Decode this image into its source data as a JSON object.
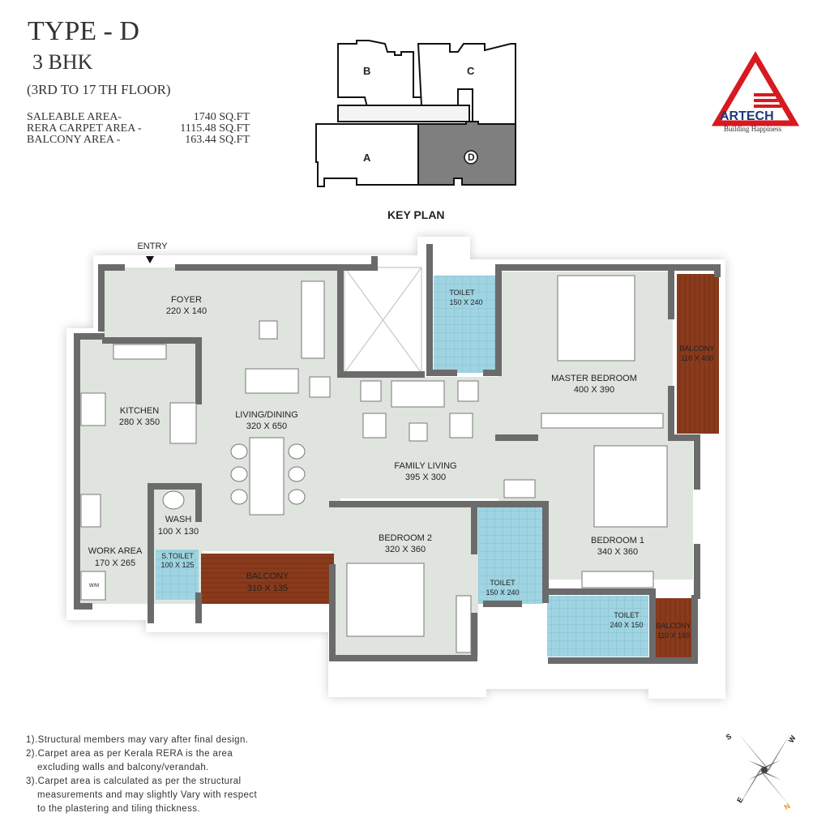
{
  "header": {
    "type_title": "TYPE - D",
    "bhk": "3 BHK",
    "floors": "(3RD TO 17 TH FLOOR)",
    "areas": [
      {
        "label": "SALEABLE AREA-",
        "value": "1740 SQ.FT"
      },
      {
        "label": "RERA CARPET AREA -",
        "value": "1115.48 SQ.FT"
      },
      {
        "label": "BALCONY AREA -",
        "value": "163.44 SQ.FT"
      }
    ]
  },
  "key_plan": {
    "title": "KEY PLAN",
    "blocks": [
      "A",
      "B",
      "C",
      "D"
    ],
    "highlighted": "D"
  },
  "logo": {
    "name": "ARTECH",
    "tagline": "Building Happiness",
    "color": "#d71920",
    "text_color": "#1d3a78"
  },
  "plan": {
    "entry": "ENTRY",
    "rooms": [
      {
        "name": "FOYER",
        "size": "220 X 140"
      },
      {
        "name": "KITCHEN",
        "size": "280 X 350"
      },
      {
        "name": "LIVING/DINING",
        "size": "320 X 650"
      },
      {
        "name": "FAMILY LIVING",
        "size": "395 X 300"
      },
      {
        "name": "TOILET",
        "size": "150 X 240"
      },
      {
        "name": "MASTER BEDROOM",
        "size": "400 X 390"
      },
      {
        "name": "BALCONY",
        "size": "110 X 400"
      },
      {
        "name": "WASH",
        "size": "100 X 130"
      },
      {
        "name": "WORK AREA",
        "size": "170 X 265"
      },
      {
        "name": "S.TOILET",
        "size": "100 X 125"
      },
      {
        "name": "BALCONY",
        "size": "310 X 135"
      },
      {
        "name": "BEDROOM 2",
        "size": "320 X 360"
      },
      {
        "name": "TOILET",
        "size": "150 X 240"
      },
      {
        "name": "BEDROOM 1",
        "size": "340 X 360"
      },
      {
        "name": "TOILET",
        "size": "240 X 150"
      },
      {
        "name": "BALCONY",
        "size": "110 X 160"
      }
    ],
    "wm_label": "W/M",
    "colors": {
      "floor": "#dfe5de",
      "wall": "#6b6b6b",
      "toilet": "#9fd4e2",
      "balcony": "#8a3b1c"
    }
  },
  "notes": [
    "1).Structural members may vary after final design.",
    "2).Carpet area as per Kerala RERA is the area",
    "excluding walls and balcony/verandah.",
    "3).Carpet area is calculated as per the structural",
    "measurements and may slightly Vary with respect",
    "to the plastering and tiling thickness."
  ],
  "compass": {
    "s": "S",
    "w": "W",
    "e": "E",
    "n": "N",
    "n_color": "#e8901a"
  }
}
